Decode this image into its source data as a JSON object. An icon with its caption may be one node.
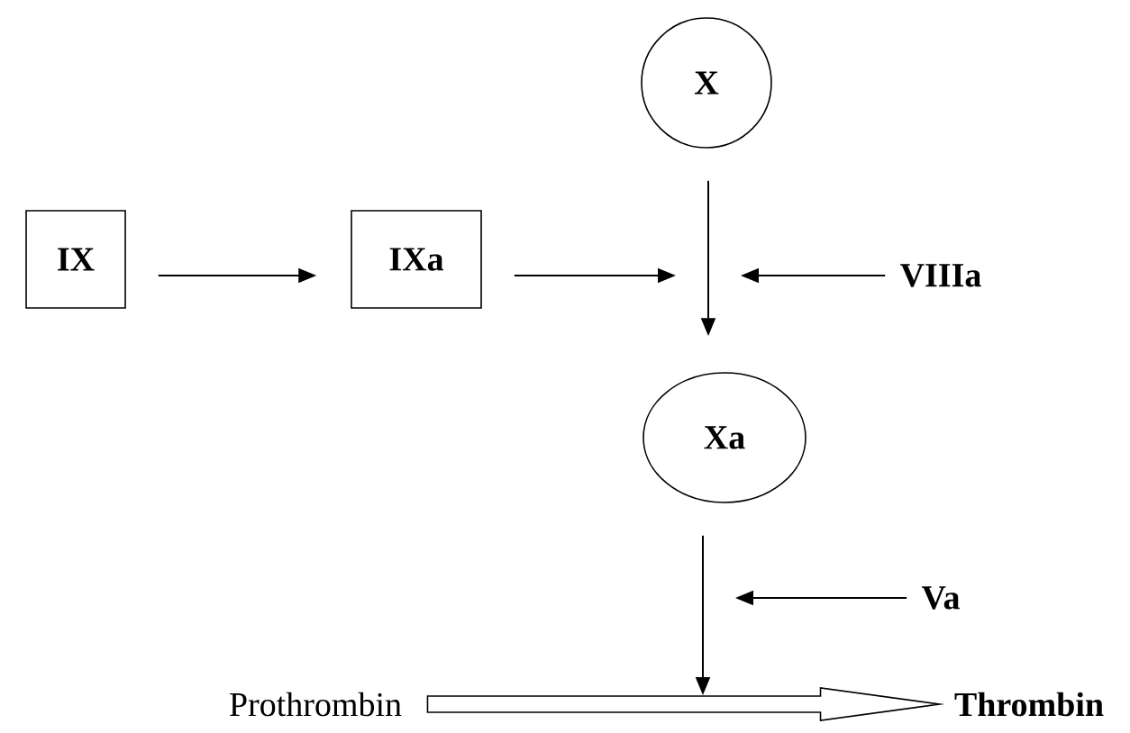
{
  "diagram": {
    "nodes": [
      {
        "text": [
          "X"
        ]
      },
      {
        "text": [
          "IX"
        ]
      },
      {
        "text": [
          "IXa"
        ]
      },
      {
        "text": [
          "VIIIa"
        ]
      },
      {
        "text": [
          "Xa"
        ]
      },
      {
        "text": [
          "Va"
        ]
      },
      {
        "text": [
          "Prothrombin"
        ]
      },
      {
        "text": [
          "Thrombin"
        ]
      }
    ],
    "edges": [
      {
        "from": 1,
        "to": 2,
        "arrow": "to"
      },
      {
        "from": 2,
        "to": null,
        "arrow": "to"
      },
      {
        "from": 3,
        "to": null,
        "arrow": "to"
      },
      {
        "from": 0,
        "to": 4,
        "arrow": "to"
      },
      {
        "from": 5,
        "to": null,
        "arrow": "to"
      },
      {
        "from": 4,
        "to": null,
        "arrow": "to"
      },
      {
        "from": 6,
        "to": 7,
        "arrow": "to",
        "style": "thick"
      }
    ]
  }
}
